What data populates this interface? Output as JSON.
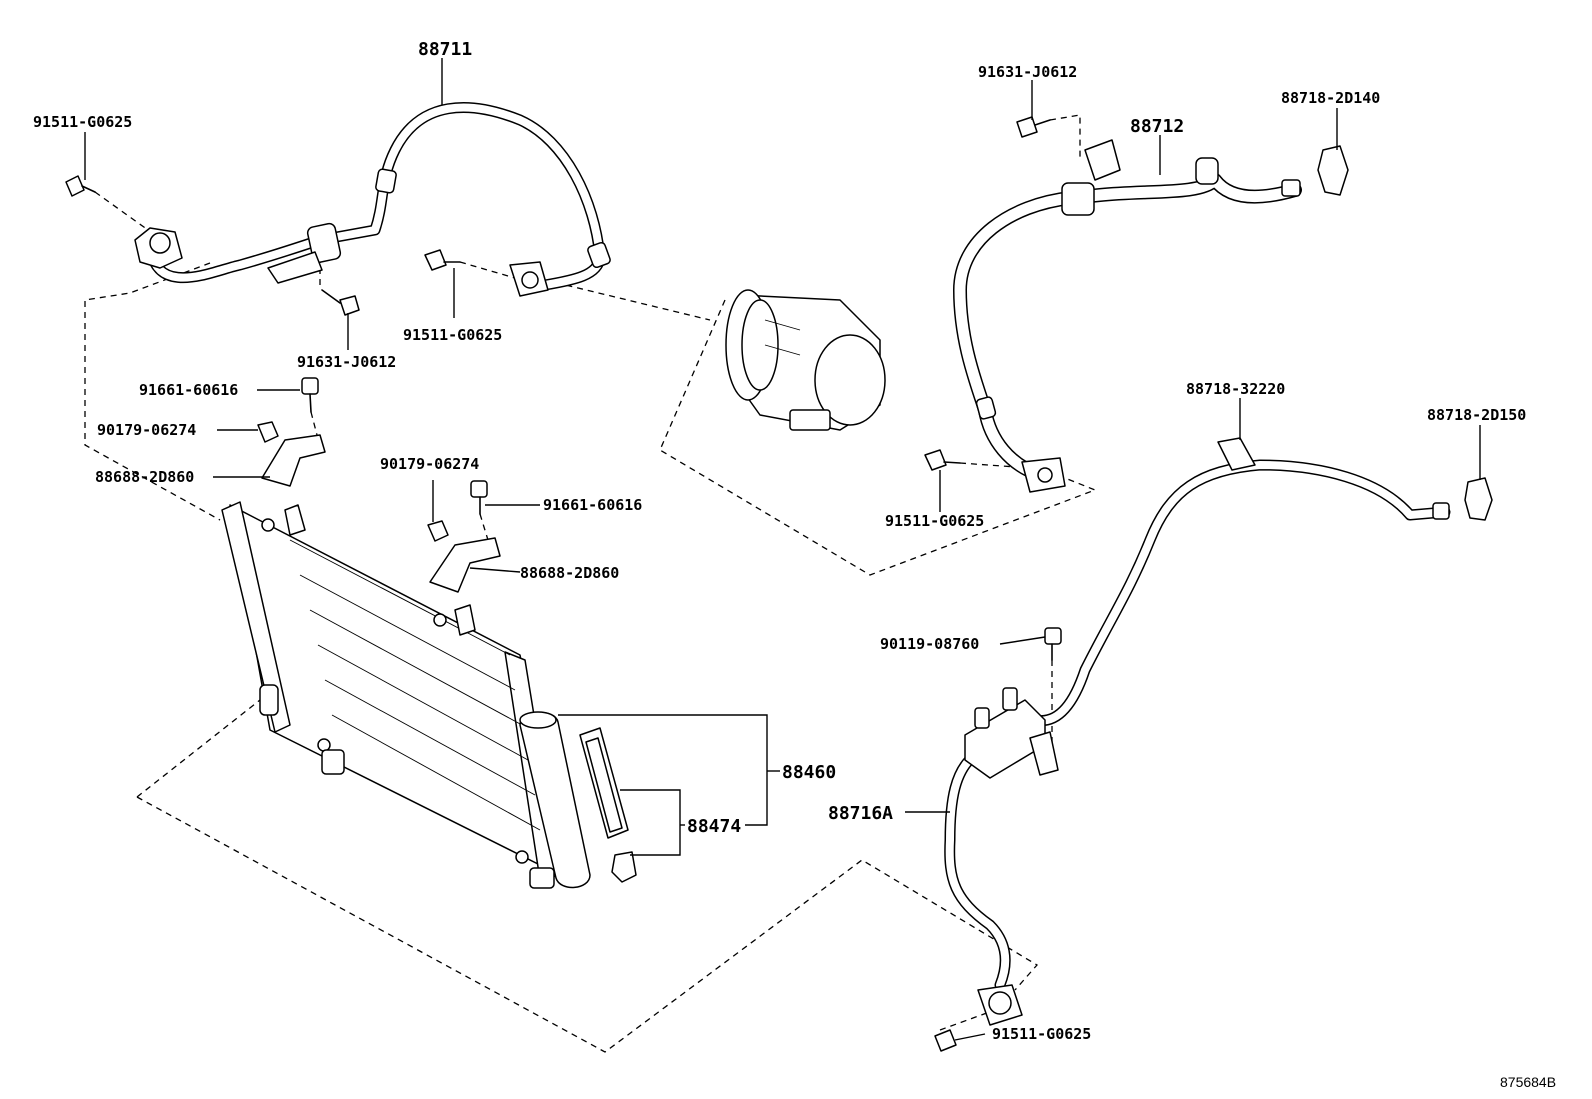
{
  "parts": {
    "hose_discharge": "88711",
    "hose_suction": "88712",
    "tube_liquid": "88716A",
    "receiver": "88460",
    "desiccant": "88474",
    "bolt_top_left": "91511-G0625",
    "bolt_mid": "91511-G0625",
    "bolt_right": "91511-G0625",
    "bolt_bottom": "91511-G0625",
    "bolt_flange_left": "91631-J0612",
    "bolt_flange_right": "91631-J0612",
    "bolt_bracket_left": "91661-60616",
    "bolt_bracket_center": "91661-60616",
    "nut_left": "90179-06274",
    "nut_center": "90179-06274",
    "bracket_left": "88688-2D860",
    "bracket_center": "88688-2D860",
    "clamp_2d140": "88718-2D140",
    "clamp_32220": "88718-32220",
    "clamp_2d150": "88718-2D150",
    "bolt_block": "90119-08760"
  },
  "reference_code": "875684B"
}
